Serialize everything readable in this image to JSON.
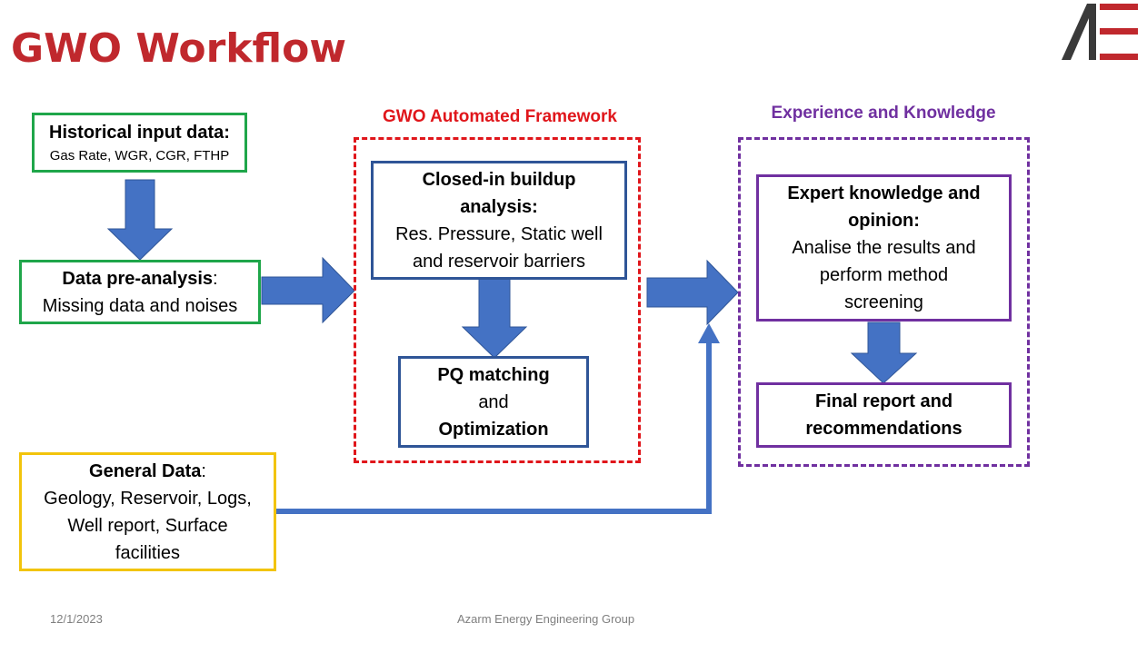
{
  "slide": {
    "title": "GWO Workflow",
    "colors": {
      "title": "#c0282d",
      "arrow": "#4472c4",
      "green_border": "#1fa64a",
      "blue_border": "#2f5597",
      "red_dash": "#e0161b",
      "purple": "#7030a0",
      "yellow_border": "#f2c40c",
      "logo_dark": "#3a3a3a",
      "logo_red": "#c0282d"
    }
  },
  "inputs": {
    "historical": {
      "heading": "Historical input data",
      "sep": ":",
      "detail": "Gas Rate, WGR, CGR, FTHP"
    },
    "preanalysis": {
      "heading": "Data pre-analysis",
      "sep": ":",
      "detail": "Missing data and noises"
    },
    "general": {
      "heading": "General Data",
      "sep": ":",
      "line1": "Geology, Reservoir, Logs,",
      "line2": "Well report, Surface",
      "line3": "facilities"
    }
  },
  "framework": {
    "label": "GWO Automated Framework",
    "buildup": {
      "heading1": "Closed-in buildup",
      "heading2": "analysis:",
      "line1": "Res. Pressure, Static well",
      "line2": "and reservoir barriers"
    },
    "pq": {
      "line1": "PQ matching",
      "line2": "and",
      "line3": "Optimization"
    }
  },
  "experience": {
    "label": "Experience and Knowledge",
    "expert": {
      "heading1": "Expert knowledge and",
      "heading2": "opinion:",
      "line1": "Analise the results and",
      "line2": "perform method",
      "line3": "screening"
    },
    "final": {
      "line1": "Final report and",
      "line2": "recommendations"
    }
  },
  "footer": {
    "date": "12/1/2023",
    "company": "Azarm Energy Engineering Group"
  },
  "logo": {
    "icon": "ae-logo-icon"
  }
}
